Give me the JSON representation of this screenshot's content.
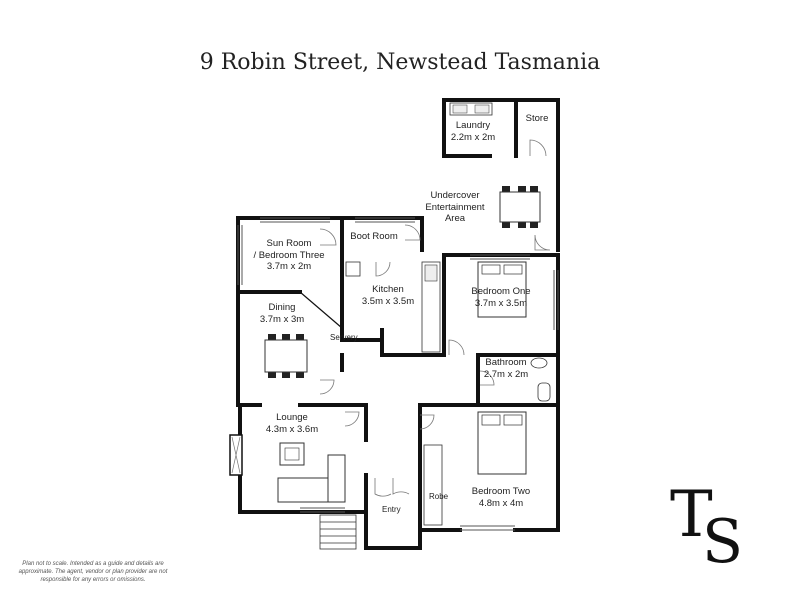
{
  "title": "9 Robin Street, Newstead Tasmania",
  "rooms": {
    "laundry": {
      "name": "Laundry",
      "size": "2.2m x 2m"
    },
    "store": {
      "name": "Store"
    },
    "entertainment": {
      "line1": "Undercover",
      "line2": "Entertainment",
      "line3": "Area"
    },
    "boot_room": {
      "name": "Boot Room"
    },
    "sun_room": {
      "line1": "Sun Room",
      "line2": "/ Bedroom Three",
      "size": "3.7m x 2m"
    },
    "kitchen": {
      "name": "Kitchen",
      "size": "3.5m x 3.5m"
    },
    "bedroom_one": {
      "name": "Bedroom One",
      "size": "3.7m x 3.5m"
    },
    "dining": {
      "name": "Dining",
      "size": "3.7m x 3m"
    },
    "servery": {
      "name": "Servery"
    },
    "bathroom": {
      "name": "Bathroom",
      "size": "2.7m x 2m"
    },
    "lounge": {
      "name": "Lounge",
      "size": "4.3m x 3.6m"
    },
    "bedroom_two": {
      "name": "Bedroom Two",
      "size": "4.8m x 4m"
    },
    "robe": {
      "name": "Robe"
    },
    "entry": {
      "name": "Entry"
    }
  },
  "disclaimer": "Plan not to scale. Intended as a guide and details are approximate. The agent, vendor or plan provider are not responsible for any errors or omissions.",
  "logo": {
    "letters": "TS"
  }
}
